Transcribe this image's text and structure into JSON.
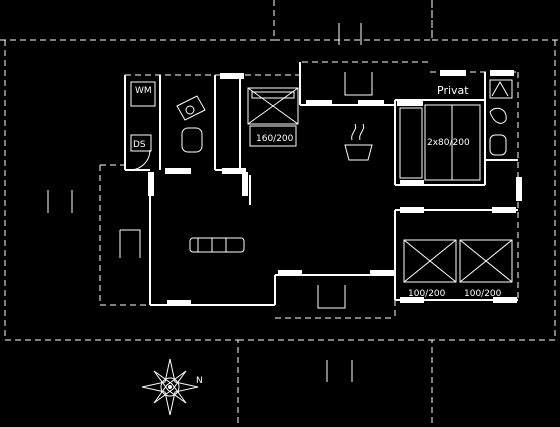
{
  "labels": {
    "bed1_size": "160/200",
    "bed2_size": "2x80/200",
    "bed3_size_a": "100/200",
    "bed3_size_b": "100/200",
    "privat": "Privat",
    "wm": "WM",
    "ds": "DS"
  },
  "compass": {
    "north": "N"
  }
}
